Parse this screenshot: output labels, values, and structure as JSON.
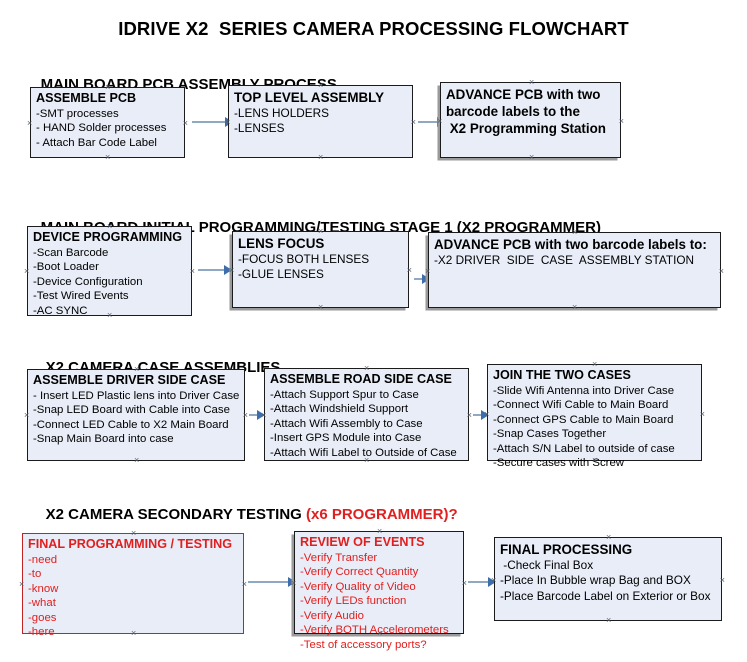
{
  "title": "IDRIVE X2  SERIES CAMERA PROCESSING FLOWCHART",
  "sections": [
    {
      "header": "MAIN BOARD PCB ASSEMBLY PROCESS",
      "header_accent": "",
      "boxes": [
        {
          "title": "ASSEMBLE PCB",
          "lines": [
            "-SMT processes",
            "- HAND Solder processes",
            "- Attach Bar Code Label"
          ],
          "color": "black"
        },
        {
          "title": "TOP LEVEL ASSEMBLY",
          "lines": [
            "-LENS HOLDERS",
            "-LENSES"
          ],
          "color": "black"
        },
        {
          "title": "ADVANCE PCB with two",
          "lines": [
            "barcode labels to the",
            " X2 Programming Station"
          ],
          "color": "black"
        }
      ]
    },
    {
      "header": "MAIN BOARD INITIAL PROGRAMMING/TESTING STAGE 1 (X2 PROGRAMMER)",
      "header_accent": "",
      "boxes": [
        {
          "title": "DEVICE PROGRAMMING",
          "lines": [
            "-Scan Barcode",
            "-Boot Loader",
            "-Device Configuration",
            "-Test Wired Events",
            "-AC SYNC"
          ],
          "color": "black"
        },
        {
          "title": "LENS FOCUS",
          "lines": [
            "-FOCUS BOTH LENSES",
            "-GLUE LENSES"
          ],
          "color": "black"
        },
        {
          "title": "ADVANCE PCB with two barcode labels to:",
          "lines": [
            "-X2 DRIVER  SIDE  CASE  ASSEMBLY STATION"
          ],
          "color": "black"
        }
      ]
    },
    {
      "header": "X2 CAMERA CASE ASSEMBLIES",
      "header_accent": "",
      "boxes": [
        {
          "title": "ASSEMBLE DRIVER SIDE CASE",
          "lines": [
            "- Insert LED Plastic lens into Driver Case",
            "-Snap LED Board with Cable into Case",
            "-Connect LED Cable to X2 Main Board",
            "-Snap Main Board into case"
          ],
          "color": "black"
        },
        {
          "title": "ASSEMBLE ROAD SIDE CASE",
          "lines": [
            "-Attach Support Spur to Case",
            "-Attach Windshield Support",
            "-Attach Wifi Assembly to Case",
            "-Insert GPS Module into Case",
            "-Attach Wifi Label to Outside of Case"
          ],
          "color": "black"
        },
        {
          "title": "JOIN THE TWO CASES",
          "lines": [
            "-Slide Wifi Antenna into Driver Case",
            "-Connect Wifi Cable to Main Board",
            "-Connect GPS Cable to Main Board",
            "-Snap Cases Together",
            "-Attach S/N Label to outside of case",
            "-Secure cases with Screw"
          ],
          "color": "black"
        }
      ]
    },
    {
      "header": "X2 CAMERA SECONDARY TESTING ",
      "header_accent": "(x6 PROGRAMMER)?",
      "boxes": [
        {
          "title": "FINAL PROGRAMMING / TESTING",
          "lines": [
            "-need",
            "-to",
            "-know",
            "-what",
            "-goes",
            "-here"
          ],
          "color": "red"
        },
        {
          "title": "REVIEW OF EVENTS",
          "lines": [
            "-Verify Transfer",
            "-Verify Correct Quantity",
            "-Verify Quality of Video",
            "-Verify LEDs function",
            "-Verify Audio",
            "-Verify BOTH Accelerometers",
            "-Test of accessory ports?"
          ],
          "color": "red"
        },
        {
          "title": "FINAL PROCESSING",
          "lines": [
            " -Check Final Box",
            "-Place In Bubble wrap Bag and BOX",
            "-Place Barcode Label on Exterior or Box"
          ],
          "color": "black"
        }
      ]
    }
  ],
  "colors": {
    "box_fill": "#e8edf7",
    "box_border": "#1b1b1b",
    "accent_red": "#e02020",
    "connector": "#8fa8c4",
    "arrowhead": "#3d6eab"
  },
  "handle_glyph": "×"
}
